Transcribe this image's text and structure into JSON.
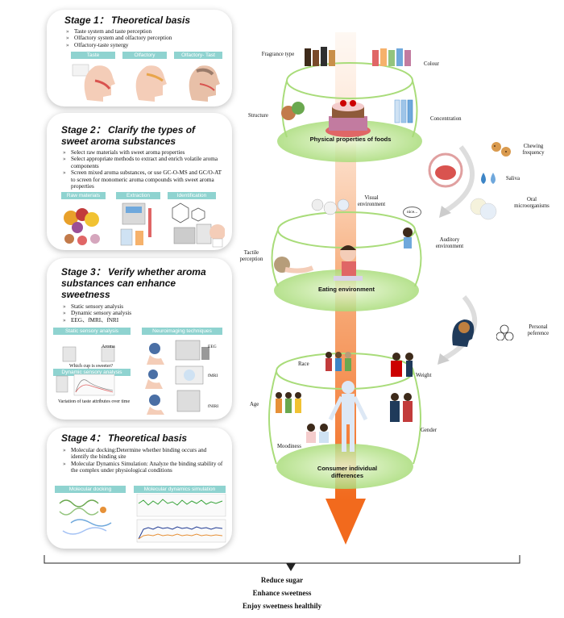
{
  "stage1": {
    "title": "Stage 1： Theoretical basis",
    "bullets": [
      "Taste system and taste perception",
      "Olfactory system and olfactory perception",
      "Olfactory-taste synergy"
    ],
    "labels": [
      "Taste",
      "Olfactory",
      "Olfactory- Tast"
    ]
  },
  "stage2": {
    "title": "Stage 2： Clarify the types of sweet aroma substances",
    "bullets": [
      "Select raw materials with sweet aroma properties",
      "Select appropriate methods to extract and enrich volatile aroma components",
      "Screen mixed aroma substances, or use GC-O-MS and GC/O-AT to screen for monomeric aroma compounds with sweet aroma properties"
    ],
    "labels": [
      "Raw materials",
      "Extraction",
      "Identification"
    ]
  },
  "stage3": {
    "title": "Stage 3： Verify whether aroma substances can enhance sweetness",
    "bullets": [
      "Static sensory analysis",
      "Dynamic sensory analysis",
      "EEG、fMRI、fNRI"
    ],
    "labels": [
      "Static sensory analysis",
      "Neuroimaging techniques",
      "Dynamic sensory analysis"
    ],
    "captions": [
      "Aroma",
      "Which cup is sweeter?",
      "Variation of taste attributes over time",
      "EEG",
      "fMRI",
      "fNIRI"
    ]
  },
  "stage4": {
    "title": "Stage 4： Theoretical basis",
    "bullets": [
      "Molecular docking:Determine whether binding occurs and identify the binding site",
      "Molecular Dynamics Simulation: Analyze the binding stability of the complex under physiological conditions"
    ],
    "labels": [
      "Molecular docking",
      "Molecular dynamics simulation"
    ]
  },
  "food": {
    "ring_title": "Physical properties of foods",
    "labels": [
      "Fragrance type",
      "Colour",
      "Structure",
      "Concentration"
    ],
    "side": [
      "Chewing frequency",
      "Saliva",
      "Oral microorganisms"
    ]
  },
  "eating": {
    "ring_title": "Eating environment",
    "labels": [
      "Visual environment",
      "Tactile perception",
      "Auditory environment"
    ],
    "bubble": "nice..."
  },
  "consumer": {
    "ring_title": "Consumer individual differences",
    "labels": [
      "Race",
      "Weight",
      "Age",
      "Gender",
      "Moodiness"
    ],
    "side": [
      "Personal peference"
    ]
  },
  "conclusions": [
    "Reduce sugar",
    "Enhance sweetness",
    "Enjoy sweetness healthily"
  ],
  "colors": {
    "accent": "#8fd3d0",
    "arrow": "#f47a2a",
    "ring": "#a9dc7a"
  }
}
